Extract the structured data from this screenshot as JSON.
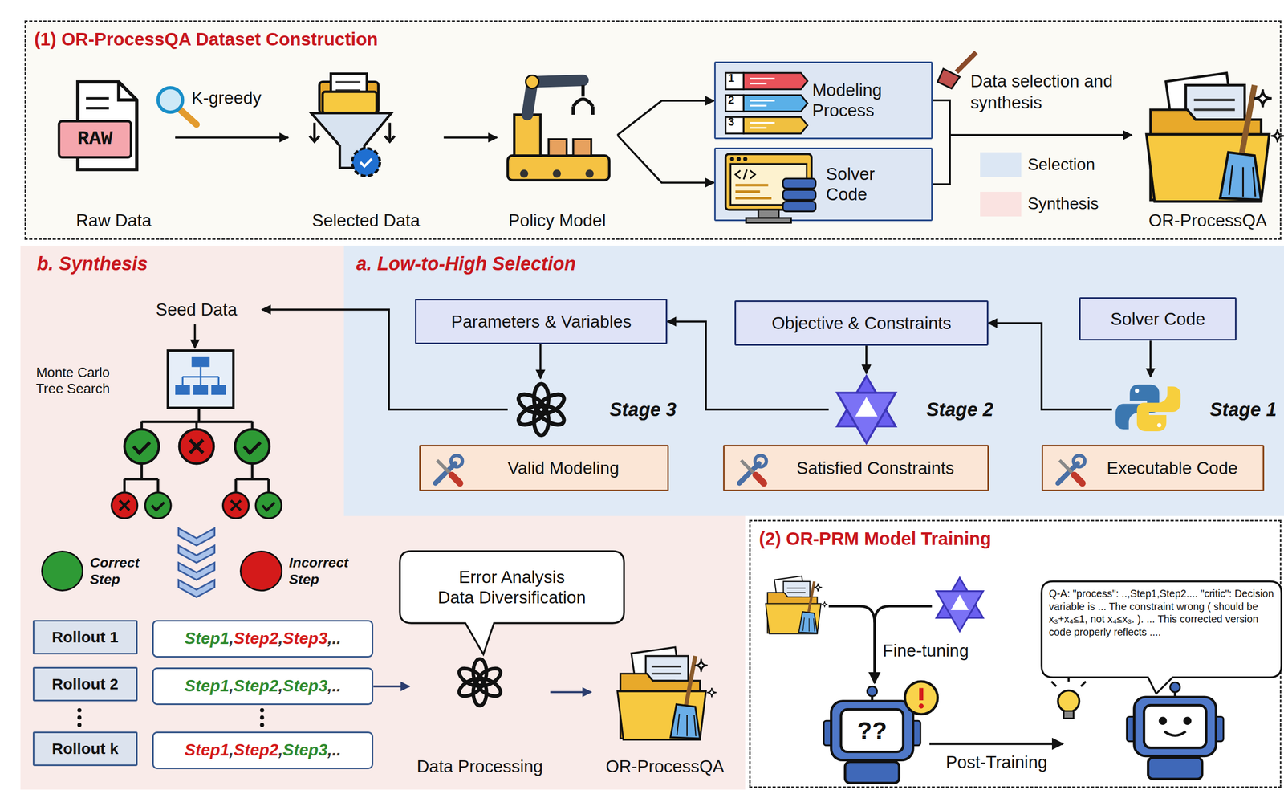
{
  "diagram": {
    "nodes": [
      {
        "text": [
          "(1) OR-ProcessQA Dataset Construction"
        ]
      },
      {
        "text": [
          "Raw Data"
        ],
        "in": 0
      },
      {
        "text": [
          "Selected Data"
        ],
        "in": 0
      },
      {
        "text": [
          "Policy Model"
        ],
        "in": 0
      },
      {
        "text": [
          "Modeling Process"
        ],
        "in": 0
      },
      {
        "text": [
          "Solver Code"
        ],
        "in": 0
      },
      {
        "text": [
          "OR-ProcessQA"
        ],
        "in": 0
      },
      {
        "text": [
          "b. Synthesis"
        ]
      },
      {
        "text": [
          "Seed Data"
        ],
        "in": 7
      },
      {
        "text": [
          "Monte Carlo Tree Search"
        ],
        "in": 7
      },
      {
        "text": [
          "Rollout 1"
        ],
        "in": 7
      },
      {
        "text": [
          "Step1,Step2,Step3,.."
        ],
        "in": 7
      },
      {
        "text": [
          "Rollout 2"
        ],
        "in": 7
      },
      {
        "text": [
          "Step1,Step2,Step3,.."
        ],
        "in": 7
      },
      {
        "text": [
          "Rollout k"
        ],
        "in": 7
      },
      {
        "text": [
          "Step1,Step2,Step3,.."
        ],
        "in": 7
      },
      {
        "text": [
          "Error Analysis",
          "Data Diversification"
        ],
        "in": 7
      },
      {
        "text": [
          "Data Processing"
        ],
        "in": 7
      },
      {
        "text": [
          "OR-ProcessQA"
        ],
        "in": 7
      },
      {
        "text": [
          "a. Low-to-High Selection"
        ]
      },
      {
        "text": [
          "Parameters & Variables"
        ],
        "in": 19
      },
      {
        "text": [
          "Objective & Constraints"
        ],
        "in": 19
      },
      {
        "text": [
          "Solver Code"
        ],
        "in": 19
      },
      {
        "text": [
          "Stage 3"
        ],
        "in": 19
      },
      {
        "text": [
          "Stage 2"
        ],
        "in": 19
      },
      {
        "text": [
          "Stage 1"
        ],
        "in": 19
      },
      {
        "text": [
          "Valid Modeling"
        ],
        "in": 19
      },
      {
        "text": [
          "Satisfied Constraints"
        ],
        "in": 19
      },
      {
        "text": [
          "Executable Code"
        ],
        "in": 19
      },
      {
        "text": [
          "(2) OR-PRM Model Training"
        ]
      },
      {
        "text": [
          "Q-A: \"process\": ..,Step1,Step2.... \"critic\": Decision variable is ... The constraint wrong ( should be x₃+x₄≤1, not x₄≤x₃. ). ... This corrected version code properly reflects ...."
        ],
        "in": 29
      }
    ],
    "edges": [
      {
        "from": 1,
        "to": 2,
        "arrow": "to",
        "label": "K-greedy"
      },
      {
        "from": 2,
        "to": 3,
        "arrow": "to"
      },
      {
        "from": 3,
        "to": 4,
        "arrow": "to"
      },
      {
        "from": 3,
        "to": 5,
        "arrow": "to"
      },
      {
        "from": 4,
        "to": 6,
        "arrow": "to",
        "label": "Data selection and synthesis"
      },
      {
        "from": 5,
        "to": 6,
        "arrow": "to"
      },
      {
        "from": 22,
        "to": 25,
        "arrow": "to"
      },
      {
        "from": 25,
        "to": 21,
        "arrow": "to"
      },
      {
        "from": 21,
        "to": 24,
        "arrow": "to"
      },
      {
        "from": 24,
        "to": 20,
        "arrow": "to"
      },
      {
        "from": 20,
        "to": 23,
        "arrow": "to"
      },
      {
        "from": 23,
        "to": 8,
        "arrow": "to"
      },
      {
        "from": 8,
        "to": 9,
        "arrow": "to"
      },
      {
        "from": 13,
        "to": 17,
        "arrow": "to"
      },
      {
        "from": 17,
        "to": 18,
        "arrow": "to"
      }
    ],
    "labels": [
      "RAW",
      "1",
      "2",
      "3",
      "Fine-tuning",
      "Post-Training",
      "??"
    ],
    "legend": [
      {
        "text": "Selection",
        "color": "#dce7f4"
      },
      {
        "text": "Synthesis",
        "color": "#fae3e1"
      },
      {
        "text": "Correct Step",
        "color": "#2e9a35"
      },
      {
        "text": "Incorrect Step",
        "color": "#d41a1a"
      }
    ]
  }
}
